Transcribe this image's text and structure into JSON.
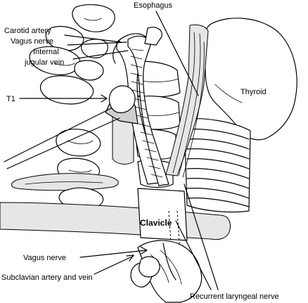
{
  "labels": {
    "esophagus": "Esophagus",
    "carotid_artery": "Carotid artery",
    "vagus_nerve_top": "Vagus nerve",
    "internal_jugular_line1": "Internal",
    "internal_jugular_line2": "jugular vein",
    "t1": "T1",
    "thyroid": "Thyroid",
    "clavicle": "Clavicle",
    "vagus_nerve_bottom": "Vagus nerve",
    "subclavian": "Subclavian artery and vein",
    "recurrent_laryngeal": "Recurrent laryngeal nerve"
  }
}
